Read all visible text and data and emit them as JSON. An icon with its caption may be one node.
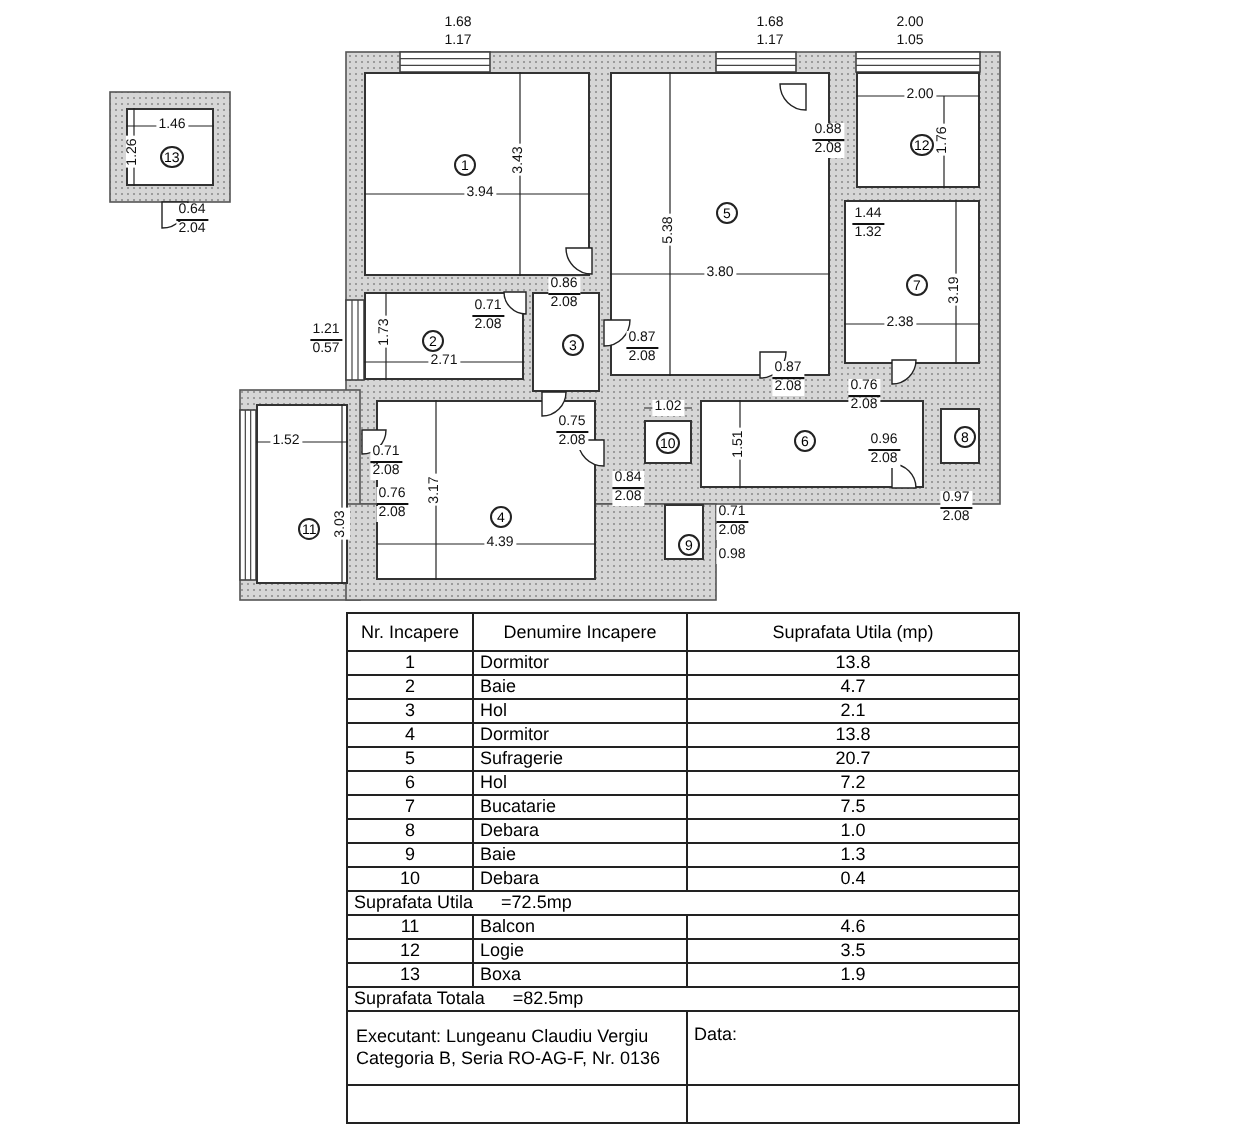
{
  "diagram": {
    "nodes": [
      {
        "text": [
          "1"
        ]
      },
      {
        "text": [
          "2"
        ]
      },
      {
        "text": [
          "3"
        ]
      },
      {
        "text": [
          "4"
        ]
      },
      {
        "text": [
          "5"
        ]
      },
      {
        "text": [
          "6"
        ]
      },
      {
        "text": [
          "7"
        ]
      },
      {
        "text": [
          "8"
        ]
      },
      {
        "text": [
          "9"
        ]
      },
      {
        "text": [
          "10"
        ]
      },
      {
        "text": [
          "11"
        ]
      },
      {
        "text": [
          "12"
        ]
      },
      {
        "text": [
          "13"
        ]
      }
    ],
    "labels": [
      "1.68",
      "1.17",
      "1.68",
      "1.17",
      "2.00",
      "1.05",
      "1.46",
      "1.26",
      "0.64",
      "2.04",
      "3.94",
      "3.43",
      "0.86",
      "2.08",
      "5.38",
      "3.80",
      "0.88",
      "2.08",
      "2.00",
      "1.76",
      "1.44",
      "1.32",
      "3.19",
      "2.38",
      "0.71",
      "2.08",
      "0.87",
      "2.08",
      "1.21",
      "0.57",
      "1.73",
      "2.71",
      "0.87",
      "2.08",
      "0.76",
      "2.08",
      "1.52",
      "0.71",
      "2.08",
      "0.76",
      "2.08",
      "3.03",
      "3.17",
      "0.75",
      "2.08",
      "1.02",
      "0.84",
      "2.08",
      "1.51",
      "0.96",
      "2.08",
      "0.97",
      "2.08",
      "4.39",
      "0.71",
      "2.08",
      "0.98",
      "Nr. Incapere",
      "Denumire Incapere",
      "Suprafata Utila (mp)",
      "1",
      "Dormitor",
      "13.8",
      "2",
      "Baie",
      "4.7",
      "3",
      "Hol",
      "2.1",
      "4",
      "Dormitor",
      "13.8",
      "5",
      "Sufragerie",
      "20.7",
      "6",
      "Hol",
      "7.2",
      "7",
      "Bucatarie",
      "7.5",
      "8",
      "Debara",
      "1.0",
      "9",
      "Baie",
      "1.3",
      "10",
      "Debara",
      "0.4",
      "Suprafata Utila",
      "=72.5mp",
      "11",
      "Balcon",
      "4.6",
      "12",
      "Logie",
      "3.5",
      "13",
      "Boxa",
      "1.9",
      "Suprafata Totala",
      "=82.5mp",
      "Executant: Lungeanu Claudiu Vergiu",
      "Categoria B, Seria RO-AG-F, Nr. 0136",
      "Data:"
    ]
  }
}
